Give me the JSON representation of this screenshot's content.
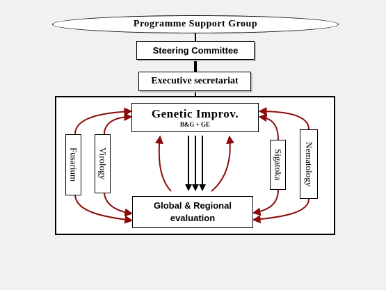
{
  "top_group": "Programme Support Group",
  "steering": "Steering Committee",
  "executive": "Executive secretariat",
  "genetic": {
    "title": "Genetic Improv.",
    "subtitle": "B&G + GE"
  },
  "global": {
    "line1": "Global & Regional",
    "line2": "evaluation"
  },
  "left_boxes": [
    "Fusarium",
    "Virology"
  ],
  "right_boxes": [
    "Sigatoka",
    "Nematology"
  ],
  "colors": {
    "arrow": "#8b0a0a",
    "background": "#f1f1f1"
  }
}
